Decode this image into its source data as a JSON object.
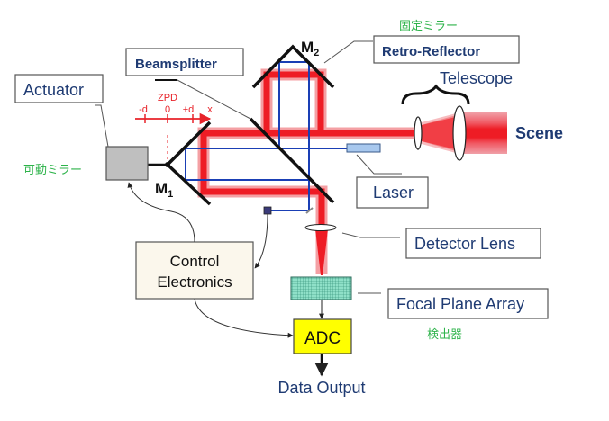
{
  "diagram": {
    "title": "FTIR imaging spectrometer schematic",
    "labels": {
      "actuator": "Actuator",
      "actuator_jp": "可動ミラー",
      "beamsplitter": "Beamsplitter",
      "retro_reflector": "Retro-Reflector",
      "retro_reflector_jp": "固定ミラー",
      "telescope": "Telescope",
      "scene": "Scene",
      "laser": "Laser",
      "detector_lens": "Detector Lens",
      "focal_plane_array": "Focal Plane Array",
      "focal_plane_array_jp": "検出器",
      "control_electronics_line1": "Control",
      "control_electronics_line2": "Electronics",
      "adc": "ADC",
      "data_output": "Data Output",
      "m1": "M",
      "m1_sub": "1",
      "m2": "M",
      "m2_sub": "2"
    },
    "axis": {
      "zpd": "ZPD",
      "ticks": [
        "-d",
        "0",
        "+d"
      ],
      "axis_label": "x"
    },
    "colors": {
      "ir_beam": "#ee1c25",
      "ir_beam_glow": "#f4a0a4",
      "laser_beam": "#1a3fb5",
      "label_text": "#1f3b73",
      "japanese_text": "#2db34a",
      "axis_red": "#e8232a",
      "adc_fill": "#ffff00",
      "actuator_fill": "#bfbfbf",
      "electronics_fill": "#fbf7ec",
      "fpa_fill": "#7fd8c0",
      "laser_fill": "#a8c8ee"
    }
  }
}
